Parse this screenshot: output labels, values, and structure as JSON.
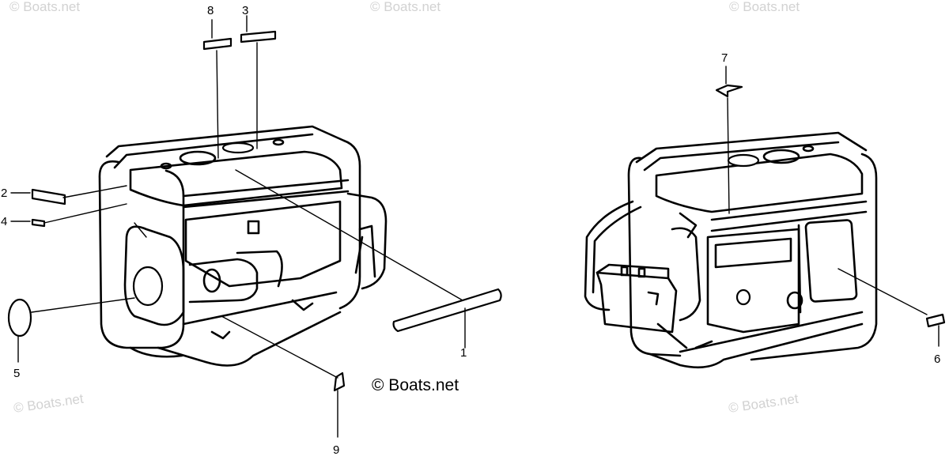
{
  "copyright": "© Boats.net",
  "watermark": "© Boats.net",
  "callouts": {
    "c1": "1",
    "c2": "2",
    "c3": "3",
    "c4": "4",
    "c5": "5",
    "c6": "6",
    "c7": "7",
    "c8": "8",
    "c9": "9"
  },
  "colors": {
    "ink": "#000000",
    "watermark": "#d2d2d2",
    "background": "#ffffff"
  }
}
